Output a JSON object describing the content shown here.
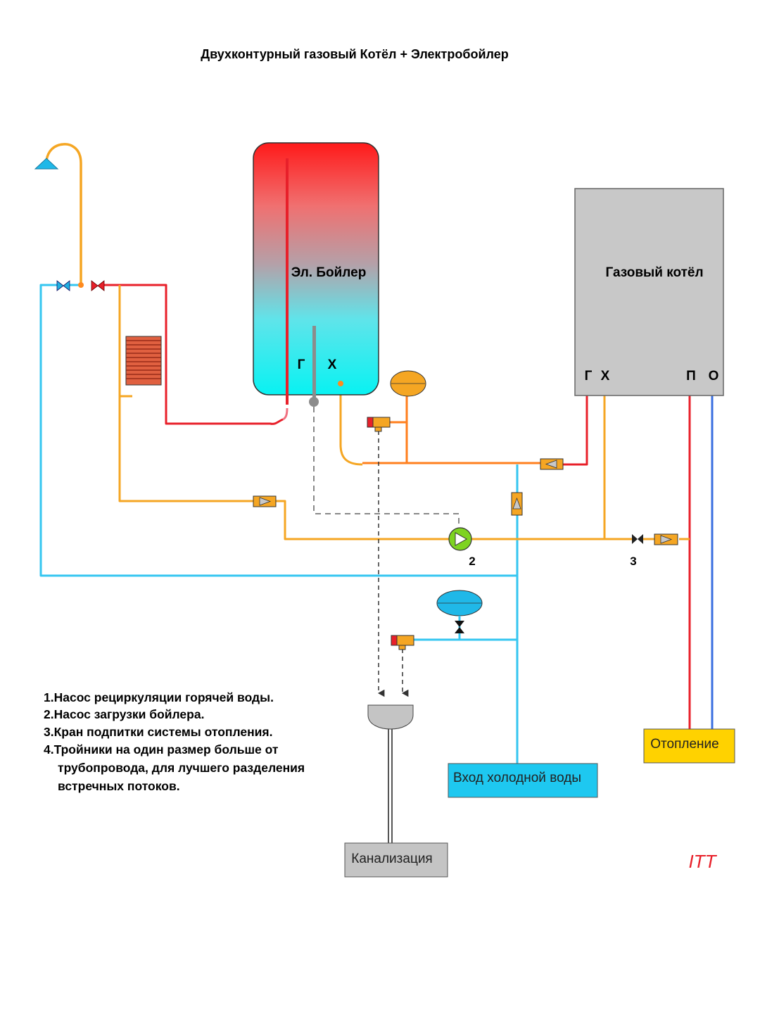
{
  "title": "Двухконтурный газовый Котёл + Электробойлер",
  "boiler": {
    "label": "Эл. Бойлер",
    "port_hot": "Г",
    "port_cold": "Х"
  },
  "gas_boiler": {
    "label": "Газовый котёл",
    "port_hot": "Г",
    "port_cold": "Х",
    "port_supply": "П",
    "port_return": "О"
  },
  "markers": {
    "pump_number": "2",
    "valve_number": "3"
  },
  "boxes": {
    "heating": "Отопление",
    "cold_water": "Вход холодной воды",
    "sewer": "Канализация"
  },
  "notes": [
    "1.Насос рециркуляции горячей воды.",
    "2.Насос загрузки бойлера.",
    "3.Кран подпитки системы отопления.",
    "4.Тройники на один размер больше от",
    "трубопровода,  для лучшего разделения",
    "встречных потоков."
  ],
  "signature": "ITT",
  "colors": {
    "hot": "#e8202a",
    "warm": "#f5a623",
    "mixed": "#ff7f1e",
    "cold": "#35c6f0",
    "heating_return": "#3a6fe0",
    "gas_boiler_body": "#c8c8c8",
    "heating_box": "#ffd200",
    "cold_water_box": "#1ec8f0",
    "sewer_box": "#c4c4c4",
    "signature": "#e8202a"
  }
}
